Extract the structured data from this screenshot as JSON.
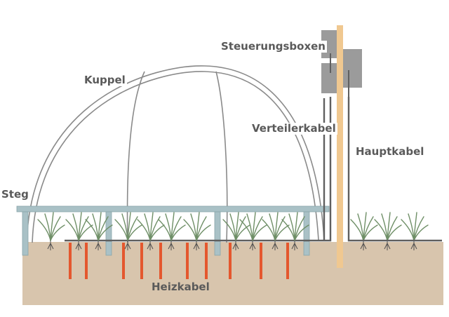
{
  "labels": {
    "steuerungsboxen": "Steuerungsboxen",
    "kuppel": "Kuppel",
    "verteilerkabel": "Verteilerkabel",
    "hauptkabel": "Hauptkabel",
    "steg": "Steg",
    "heizkabel": "Heizkabel"
  },
  "colors": {
    "ground": "#d8c5ad",
    "steg": "#a9c1c6",
    "dome": "#8a8a8a",
    "heating_cable": "#e4572e",
    "cable": "#5f5f5f",
    "main_pole": "#f0c890",
    "control_box": "#9b9b9b",
    "plant": "#6f8f67",
    "label": "#5a5a5a"
  },
  "icons": {
    "plant": "grass-plant-icon",
    "control_box": "control-box-icon"
  }
}
